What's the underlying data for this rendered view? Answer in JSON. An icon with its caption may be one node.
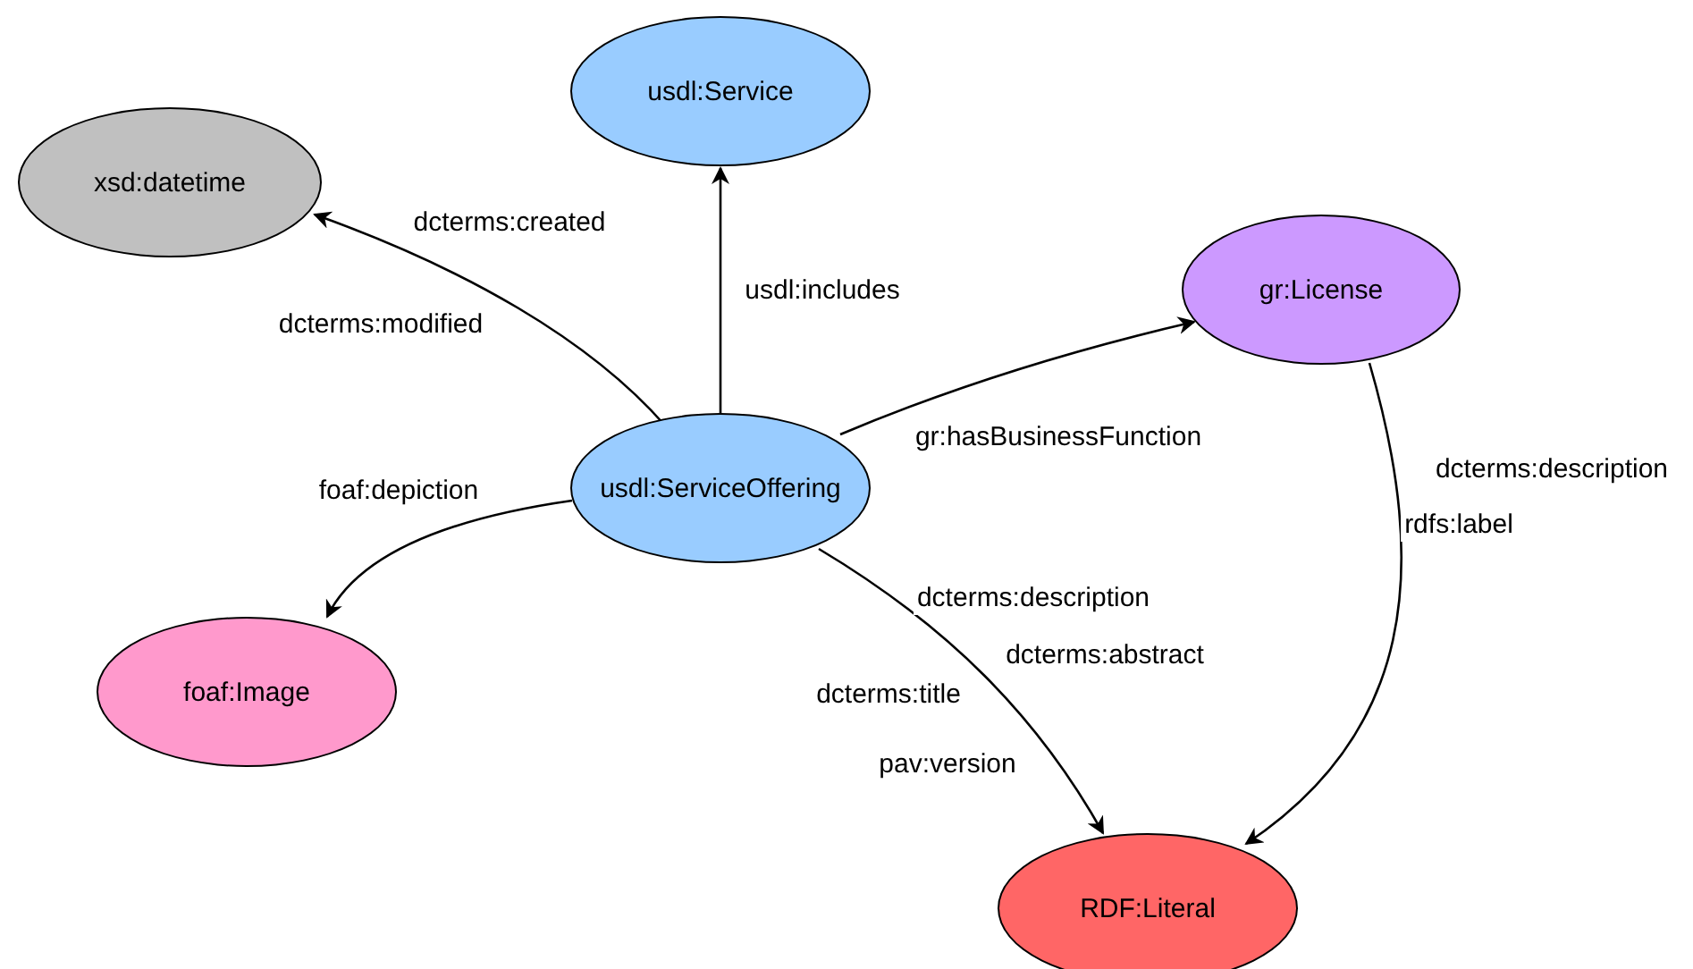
{
  "diagram": {
    "nodes": [
      {
        "text": [
          "usdl:Service"
        ]
      },
      {
        "text": [
          "xsd:datetime"
        ]
      },
      {
        "text": [
          "gr:License"
        ]
      },
      {
        "text": [
          "usdl:ServiceOffering"
        ]
      },
      {
        "text": [
          "foaf:Image"
        ]
      },
      {
        "text": [
          "RDF:Literal"
        ]
      }
    ],
    "edges": [
      {
        "from": 3,
        "to": 0,
        "arrow": "to",
        "label": "usdl:includes"
      },
      {
        "from": 3,
        "to": 1,
        "arrow": "to",
        "label": "dcterms:created"
      },
      {
        "from": 3,
        "to": 2,
        "arrow": "to",
        "label": "gr:hasBusinessFunction"
      },
      {
        "from": 3,
        "to": 4,
        "arrow": "to",
        "label": "foaf:depiction"
      },
      {
        "from": 3,
        "to": 5,
        "arrow": "to",
        "label": "dcterms:description"
      },
      {
        "from": 2,
        "to": 5,
        "arrow": "to",
        "label": "dcterms:description"
      }
    ],
    "labels": [
      "dcterms:modified",
      "rdfs:label",
      "dcterms:abstract",
      "dcterms:title",
      "pav:version"
    ]
  }
}
